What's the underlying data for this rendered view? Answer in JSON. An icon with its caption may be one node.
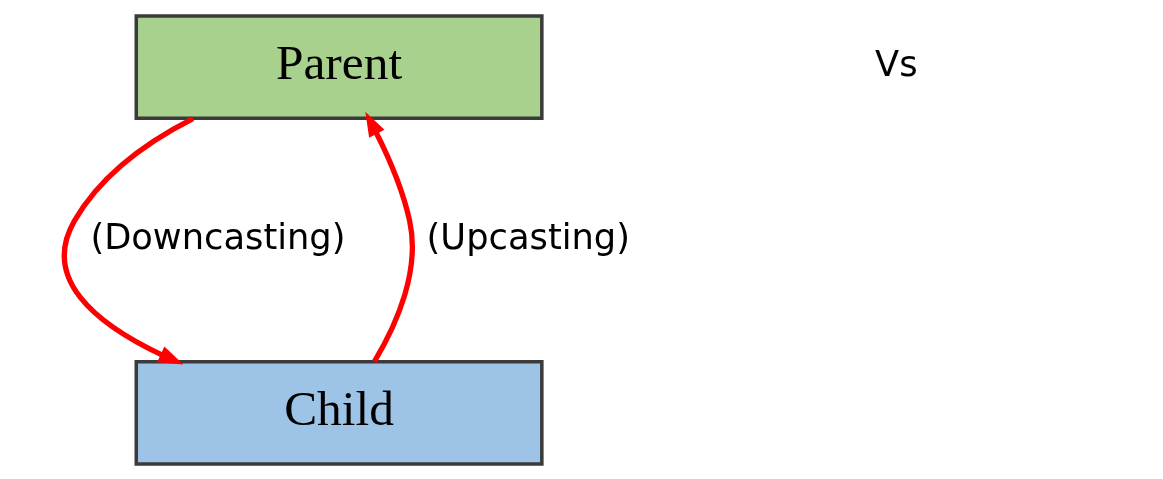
{
  "diagram": {
    "nodes": [
      {
        "text": [
          "Parent"
        ]
      },
      {
        "text": [
          "Child"
        ]
      }
    ],
    "edges": [
      {
        "from": 1,
        "to": 0,
        "arrow": "to",
        "label": "(Upcasting)"
      },
      {
        "from": 0,
        "to": 1,
        "arrow": "to",
        "label": "(Downcasting)"
      }
    ],
    "labels": [
      "Vs"
    ]
  }
}
